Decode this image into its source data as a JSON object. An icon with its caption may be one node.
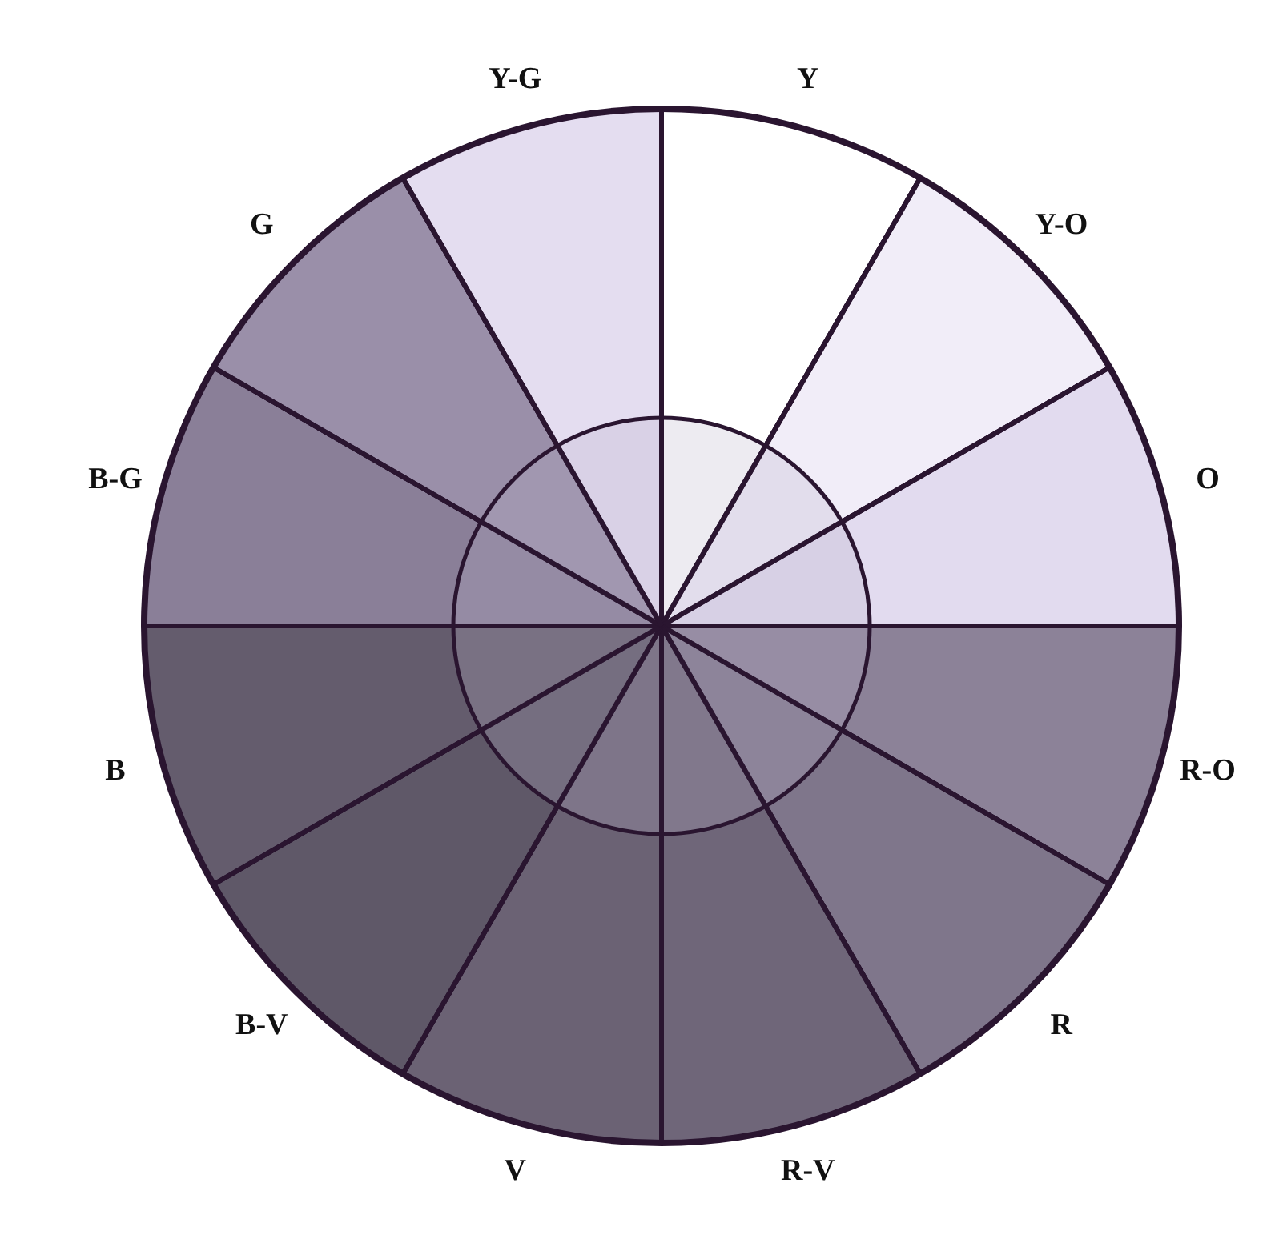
{
  "diagram": {
    "labels": [
      "Y",
      "Y-O",
      "O",
      "R-O",
      "R",
      "R-V",
      "V",
      "B-V",
      "B",
      "B-G",
      "G",
      "Y-G"
    ]
  }
}
